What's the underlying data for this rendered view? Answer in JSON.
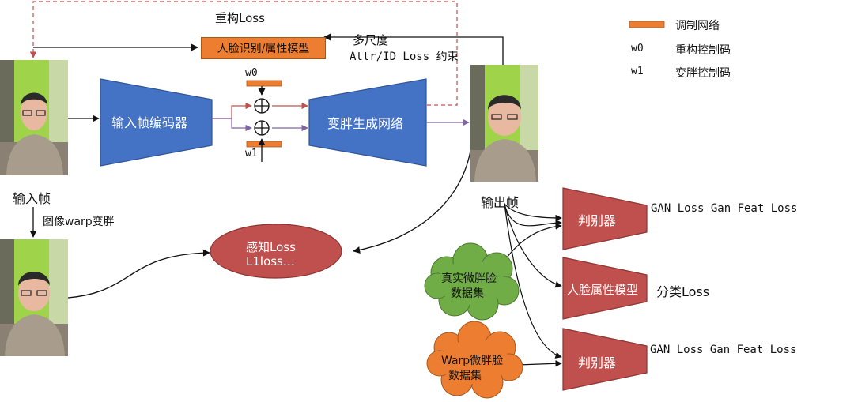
{
  "labels": {
    "recon_loss": "重构Loss",
    "face_model": "人脸识别/属性模型",
    "multi_scale": "多尺度",
    "attr_id_loss": "Attr/ID Loss 约束",
    "encoder": "输入帧编码器",
    "generator": "变胖生成网络",
    "w0": "w0",
    "w1": "w1",
    "input_frame": "输入帧",
    "warp_fat": "图像warp变胖",
    "output_frame": "输出帧",
    "perceptual_loss_1": "感知Loss",
    "perceptual_loss_2": "L1loss…",
    "discriminator_top": "判别器",
    "discriminator_bottom": "判别器",
    "face_attr_model": "人脸属性模型",
    "classify_loss": "分类Loss",
    "gan_loss_top": "GAN Loss Gan Feat Loss",
    "gan_loss_bottom": "GAN Loss Gan Feat Loss",
    "real_dataset_1": "真实微胖脸",
    "real_dataset_2": "数据集",
    "warp_dataset_1": "Warp微胖脸",
    "warp_dataset_2": "数据集"
  },
  "legend": {
    "mod_net": "调制网络",
    "w0_key": "w0",
    "w0_desc": "重构控制码",
    "w1_key": "w1",
    "w1_desc": "变胖控制码"
  },
  "colors": {
    "blue": "#4472c4",
    "orange": "#ed7d31",
    "red": "#c0504d",
    "green": "#70ad47",
    "purple": "#8064a2"
  }
}
